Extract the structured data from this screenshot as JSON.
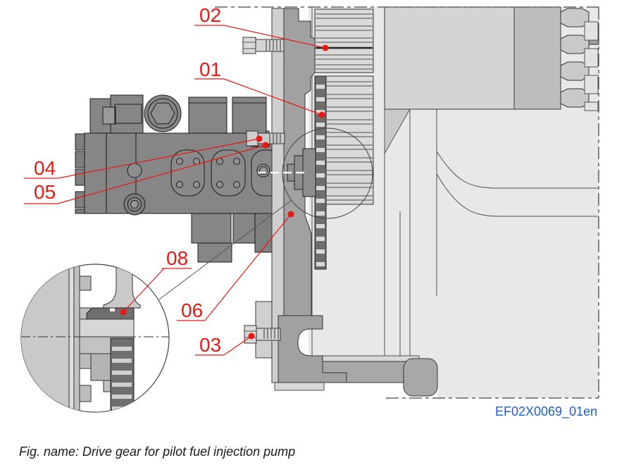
{
  "figure": {
    "caption": "Fig. name: Drive gear for pilot fuel injection pump",
    "reference_code": "EF02X0069_01en"
  },
  "callouts": {
    "c01": {
      "label": "01"
    },
    "c02": {
      "label": "02"
    },
    "c03": {
      "label": "03"
    },
    "c04": {
      "label": "04"
    },
    "c05": {
      "label": "05"
    },
    "c06": {
      "label": "06"
    },
    "c08": {
      "label": "08"
    }
  },
  "colors": {
    "callout_red": "#e81813",
    "reference_code_blue": "#1d5fc8",
    "caption_color": "#1a1a1a"
  }
}
